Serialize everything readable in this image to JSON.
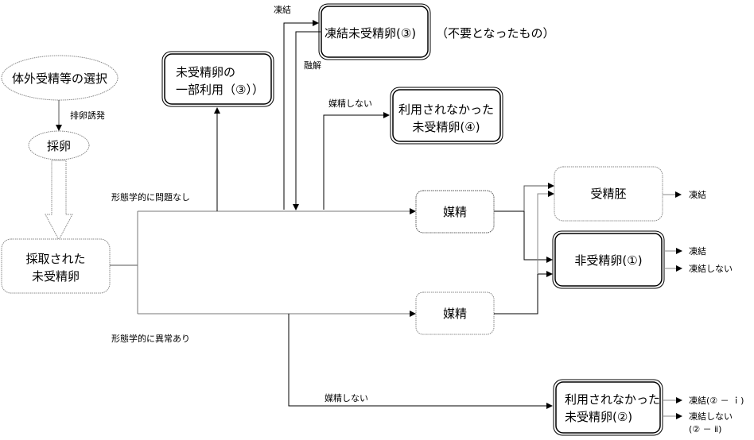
{
  "diagram": {
    "nodes": {
      "ivf_selection": "体外受精等の選択",
      "egg_retrieval": "採卵",
      "retrieved_eggs": [
        "採取された",
        "未受精卵"
      ],
      "partial_use": [
        "未受精卵の",
        "一部利用（③））"
      ],
      "frozen_eggs": "凍結未受精卵(③)",
      "frozen_eggs_note": "（不要となったもの）",
      "unused_eggs_4": [
        "利用されなかった",
        "未受精卵(④)"
      ],
      "insemination_1": "媒精",
      "insemination_2": "媒精",
      "fertilized_embryo": "受精胚",
      "unfertilized_eggs_1": "非受精卵(①)",
      "unused_eggs_2": [
        "利用されなかった",
        "未受精卵(②)"
      ]
    },
    "labels": {
      "ovulation_induction": "排卵誘発",
      "freeze_top": "凍結",
      "thaw": "融解",
      "no_insemination_top": "媒精しない",
      "morph_ok": "形態学的に問題なし",
      "morph_abnormal": "形態学的に異常あり",
      "no_insemination_bottom": "媒精しない",
      "embryo_freeze": "凍結",
      "unfert_freeze": "凍結",
      "unfert_no_freeze": "凍結しない",
      "unused2_freeze": "凍結(② － ｉ)",
      "unused2_no_freeze_1": "凍結しない",
      "unused2_no_freeze_2": "(② － ⅱ)"
    }
  }
}
